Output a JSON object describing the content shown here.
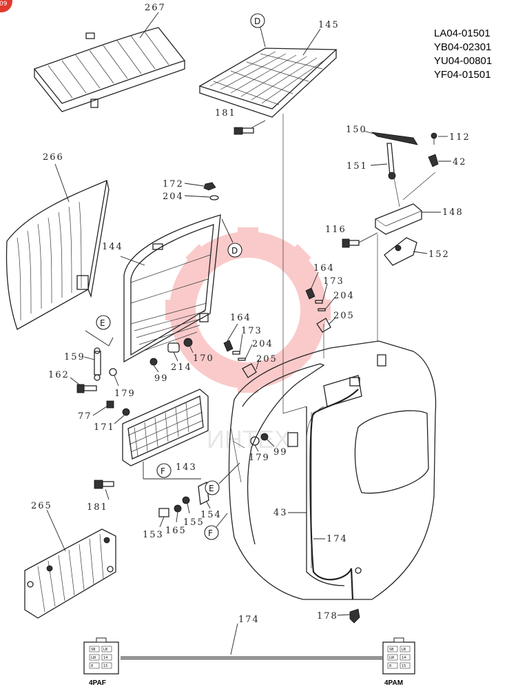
{
  "serials": [
    "LA04-01501",
    "YB04-02301",
    "YU04-00801",
    "YF04-01501"
  ],
  "watermark_text": "ИНТЕХ",
  "corner_badge": "09",
  "parts": [
    "267",
    "145",
    "181",
    "150",
    "112",
    "42",
    "151",
    "148",
    "116",
    "152",
    "266",
    "172",
    "204",
    "144",
    "164",
    "173",
    "204",
    "205",
    "164",
    "173",
    "204",
    "205",
    "159",
    "162",
    "214",
    "170",
    "99",
    "179",
    "77",
    "171",
    "143",
    "179",
    "99",
    "181",
    "265",
    "154",
    "153",
    "165",
    "155",
    "43",
    "174",
    "178",
    "174"
  ],
  "callouts": [
    "D",
    "D",
    "E",
    "E",
    "F",
    "F"
  ],
  "connectors": {
    "left": {
      "name": "4PAF",
      "pins": [
        "SB",
        "LB",
        "LW",
        "14",
        "8",
        "15"
      ]
    },
    "right": {
      "name": "4PAM",
      "pins": [
        "SB",
        "LB",
        "LW",
        "14",
        "8",
        "15"
      ]
    }
  }
}
